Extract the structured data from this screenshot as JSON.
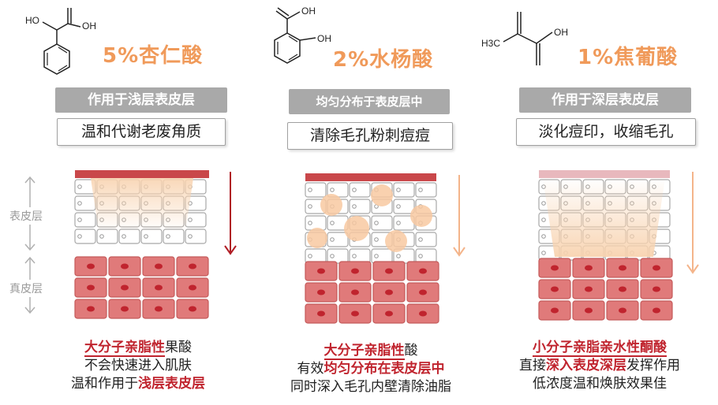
{
  "left_axis": {
    "epidermis": "表皮层",
    "dermis": "真皮层"
  },
  "columns": [
    {
      "title": "5%杏仁酸",
      "molecule_labels": {
        "ho": "HO",
        "oh": "OH"
      },
      "action": "作用于浅层表皮层",
      "effect": "温和代谢老废角质",
      "desc": {
        "l1a": "大分子亲脂性",
        "l1b": "果酸",
        "l2": "不会快速进入肌肤",
        "l3a": "温和作用于",
        "l3b": "浅层表皮层"
      },
      "arrow_color": "#b01c24"
    },
    {
      "title": "2%水杨酸",
      "molecule_labels": {
        "oh1": "OH",
        "oh2": "OH"
      },
      "action": "均匀分布于表皮层中",
      "effect": "清除毛孔粉刺痘痘",
      "desc": {
        "l1a": "大分子亲脂性",
        "l1b": "酸",
        "l2a": "有效",
        "l2b": "均匀分布在表皮层中",
        "l3": "同时深入毛孔内壁清除油脂"
      },
      "arrow_color": "#f4b48a"
    },
    {
      "title": "1%焦葡酸",
      "molecule_labels": {
        "h3c": "H3C",
        "oh": "OH"
      },
      "action": "作用于深层表皮层",
      "effect": "淡化痘印，收缩毛孔",
      "desc": {
        "l1": "小分子亲脂亲水性酮酸",
        "l2a": "直接",
        "l2b": "深入表皮深层",
        "l2c": "发挥作用",
        "l3": "低浓度温和焕肤效果佳"
      },
      "arrow_color": "#f4b48a"
    }
  ],
  "colors": {
    "title": "#f09a5a",
    "highlight": "#c0242e",
    "dermis_cell": "#e07a7a",
    "nucleus": "#c0242e",
    "glow": "#f8d3b0"
  }
}
